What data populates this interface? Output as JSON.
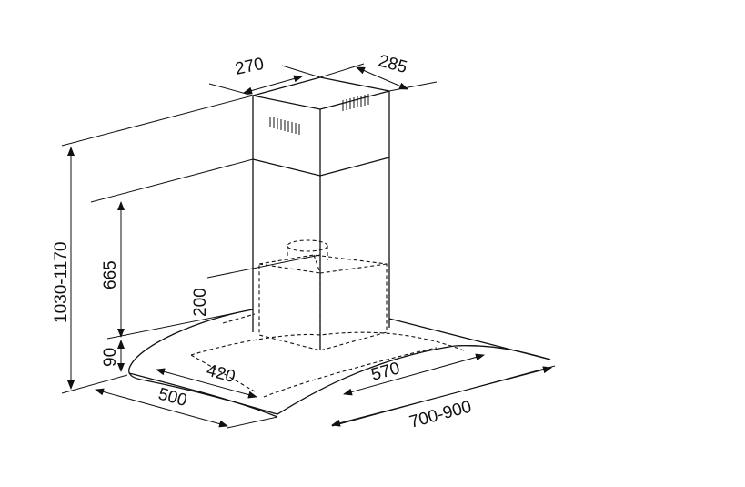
{
  "title": "Range hood dimension drawing",
  "dimensions": {
    "chimney_width": "270",
    "chimney_depth": "285",
    "total_height": "1030-1170",
    "chimney_lower_height": "665",
    "motor_height": "200",
    "canopy_height": "90",
    "inner_depth": "420",
    "inner_width": "570",
    "depth": "500",
    "width": "700-900"
  }
}
